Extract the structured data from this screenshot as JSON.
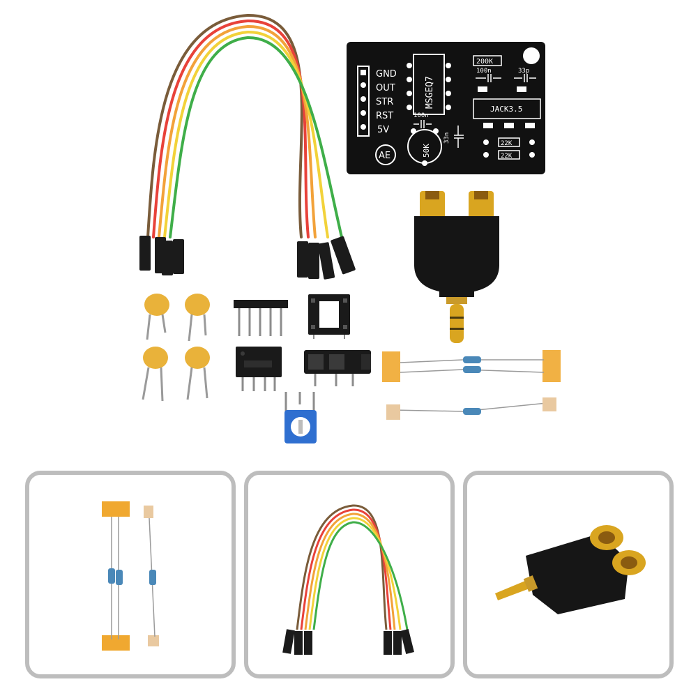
{
  "pcb": {
    "pin_labels": [
      "GND",
      "OUT",
      "STR",
      "RST",
      "5V"
    ],
    "chip_label": "MSGEQ7",
    "r_200k": "200K",
    "c_100n_top": "100n",
    "c_33p": "33p",
    "jack_label": "JACK3.5",
    "c_100n_mid": "100n",
    "c_33n": "33n",
    "pot_label": "50K",
    "r_22k_a": "22K",
    "r_22k_b": "22K",
    "logo": "AE"
  },
  "colors": {
    "pcb_black": "#111111",
    "gold": "#d9a520",
    "capacitor_yellow": "#e9b23a",
    "pot_blue": "#2f6fd0",
    "tape_orange": "#f0a830",
    "thumb_border": "#bdbdbd"
  }
}
